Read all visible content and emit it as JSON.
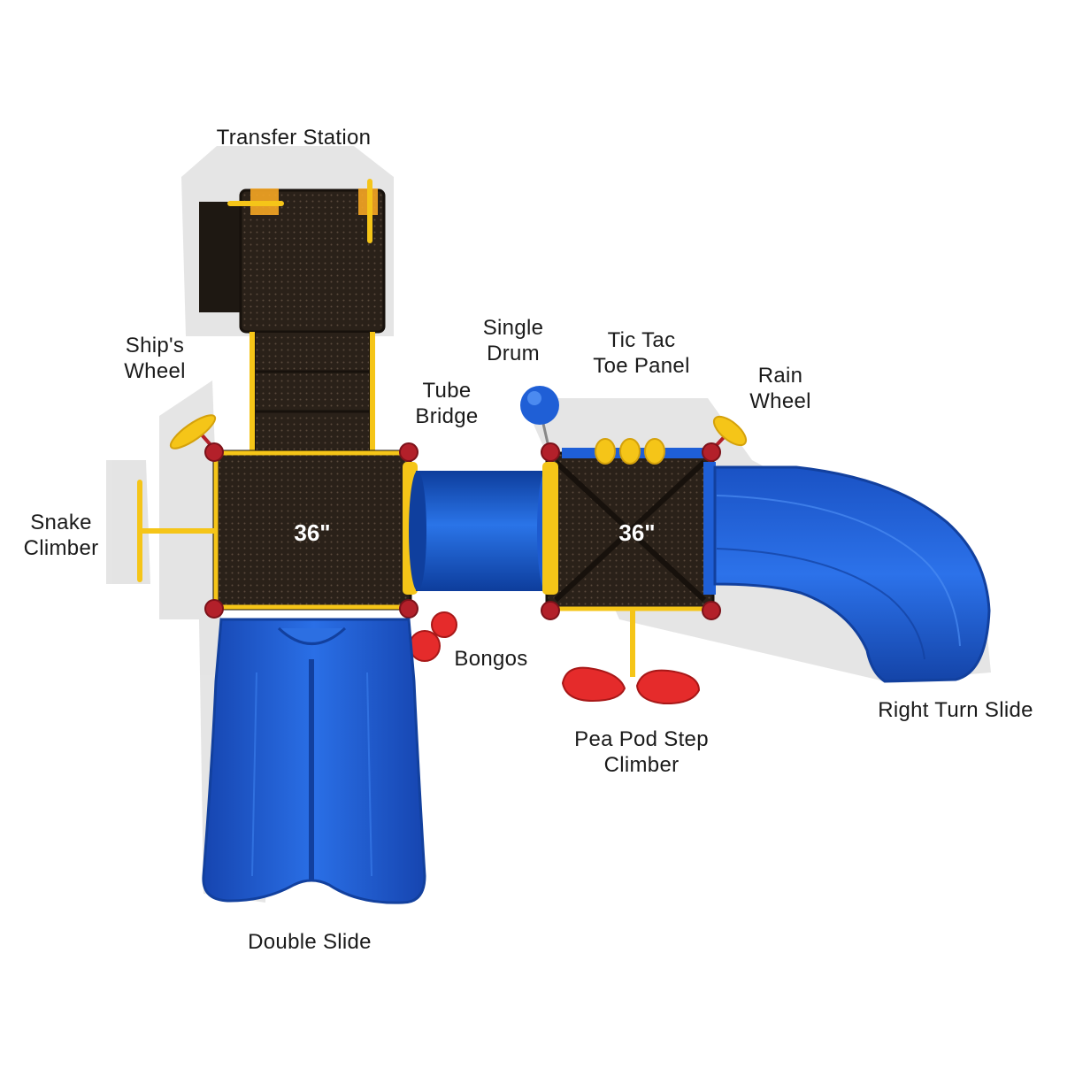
{
  "labels": {
    "transfer_station": "Transfer Station",
    "ships_wheel": [
      "Ship's",
      "Wheel"
    ],
    "snake_climber": [
      "Snake",
      "Climber"
    ],
    "tube_bridge": [
      "Tube",
      "Bridge"
    ],
    "single_drum": [
      "Single",
      "Drum"
    ],
    "tic_tac_toe_panel": [
      "Tic Tac",
      "Toe Panel"
    ],
    "rain_wheel": [
      "Rain",
      "Wheel"
    ],
    "bongos": "Bongos",
    "pea_pod_step_climber": [
      "Pea Pod Step",
      "Climber"
    ],
    "right_turn_slide": "Right Turn Slide",
    "double_slide": "Double Slide"
  },
  "decks": {
    "left_height": "36\"",
    "right_height": "36\""
  },
  "colors": {
    "deck": "#2a2119",
    "deck_edge": "#17110c",
    "slide_blue": "#1f5fd6",
    "slide_blue_dark": "#12409e",
    "frame_yellow": "#f5c518",
    "accent_red": "#e52b2b",
    "post_red": "#b3202a",
    "shadow": "#d8d8d8"
  }
}
